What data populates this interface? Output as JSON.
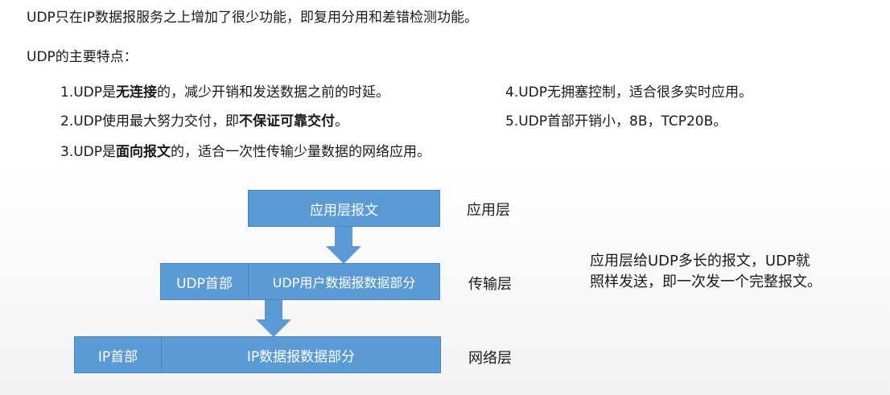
{
  "intro": {
    "line1": "UDP只在IP数据报服务之上增加了很少功能，即复用分用和差错检测功能。",
    "line2": "UDP的主要特点："
  },
  "features": {
    "f1": {
      "pre": "1.UDP是",
      "bold": "无连接",
      "post": "的，减少开销和发送数据之前的时延。"
    },
    "f2": {
      "pre": "2.UDP使用最大努力交付，即",
      "bold": "不保证可靠交付",
      "post": "。"
    },
    "f3": {
      "pre": "3.UDP是",
      "bold": "面向报文",
      "post": "的，适合一次性传输少量数据的网络应用。"
    },
    "f4": "4.UDP无拥塞控制，适合很多实时应用。",
    "f5": "5.UDP首部开销小，8B，TCP20B。"
  },
  "diagram": {
    "app_message": "应用层报文",
    "udp_header": "UDP首部",
    "udp_data": "UDP用户数据报数据部分",
    "ip_header": "IP首部",
    "ip_data": "IP数据报数据部分",
    "layer_app": "应用层",
    "layer_transport": "传输层",
    "layer_network": "网络层",
    "box_color": "#5b9bd5"
  },
  "note": {
    "line1": "应用层给UDP多长的报文，UDP就",
    "line2": "照样发送，即一次发一个完整报文。"
  }
}
